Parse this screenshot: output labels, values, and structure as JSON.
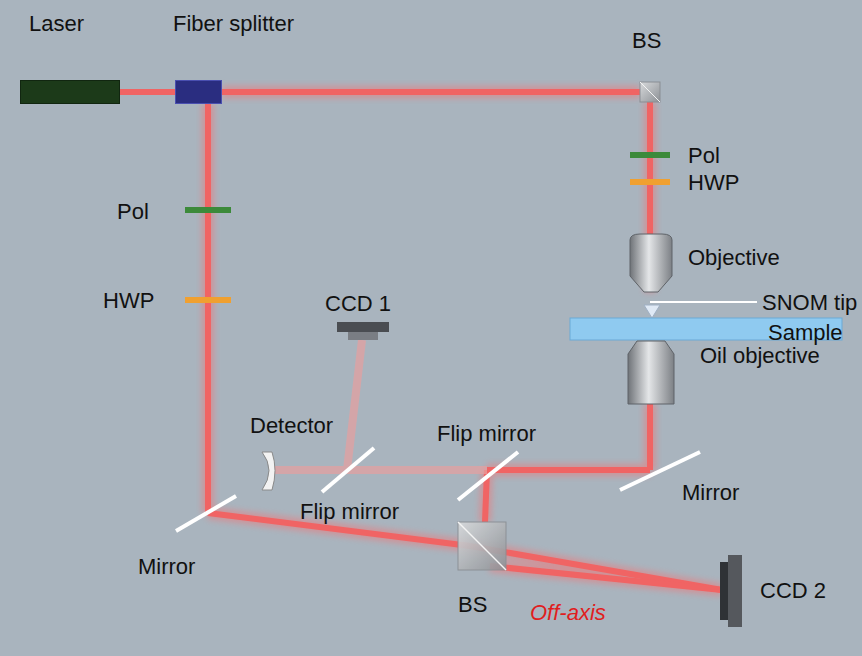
{
  "diagram": {
    "nodes": [
      {
        "text": [
          "Laser"
        ]
      },
      {
        "text": [
          "Fiber splitter"
        ]
      }
    ],
    "edges": [
      {
        "from": 0,
        "to": 1,
        "arrow": "none"
      }
    ],
    "labels": [
      "BS",
      "Pol",
      "HWP",
      "Objective",
      "SNOM tip",
      "Sample",
      "Oil objective",
      "Pol",
      "HWP",
      "CCD 1",
      "Detector",
      "Flip mirror",
      "Mirror",
      "Flip mirror",
      "Mirror",
      "BS",
      "CCD 2",
      "Off-axis"
    ]
  }
}
